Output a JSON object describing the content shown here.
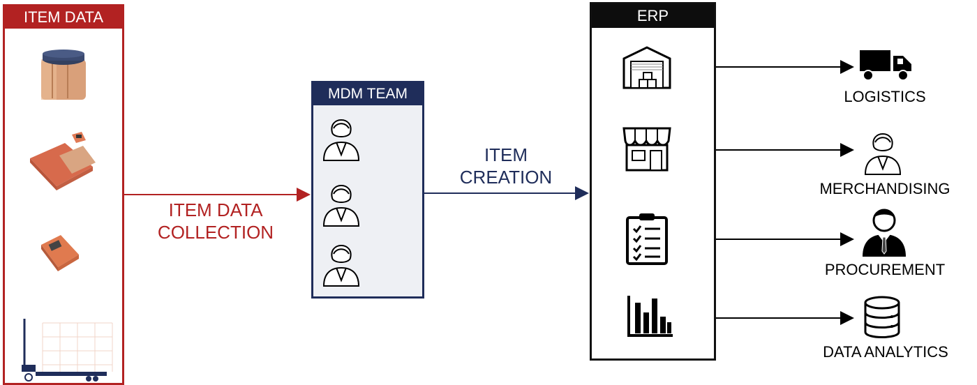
{
  "item_data": {
    "title": "ITEM DATA",
    "icons": [
      "jar-icon",
      "boxes-icon",
      "small-box-icon",
      "pallet-jack-icon"
    ]
  },
  "collection": {
    "line1": "ITEM DATA",
    "line2": "COLLECTION"
  },
  "mdm": {
    "title": "MDM TEAM",
    "icons": [
      "team-member-icon",
      "team-member-icon",
      "team-member-icon"
    ]
  },
  "creation": {
    "line1": "ITEM",
    "line2": "CREATION"
  },
  "erp": {
    "title": "ERP",
    "icons": [
      "warehouse-icon",
      "store-icon",
      "clipboard-checklist-icon",
      "bar-chart-icon"
    ]
  },
  "outputs": [
    {
      "label": "LOGISTICS",
      "icon": "truck-icon"
    },
    {
      "label": "MERCHANDISING",
      "icon": "woman-icon"
    },
    {
      "label": "PROCUREMENT",
      "icon": "businessman-icon"
    },
    {
      "label": "DATA ANALYTICS",
      "icon": "database-icon"
    }
  ],
  "colors": {
    "red": "#b22222",
    "navy": "#1f2d5a",
    "black": "#000000"
  }
}
